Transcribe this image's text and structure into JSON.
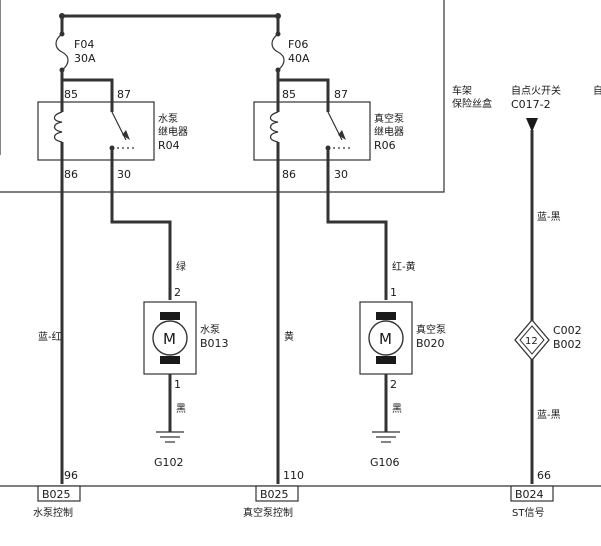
{
  "fuses": [
    {
      "id": "F04",
      "rating": "30A"
    },
    {
      "id": "F06",
      "rating": "40A"
    }
  ],
  "relays": [
    {
      "pins": [
        "85",
        "87",
        "86",
        "30"
      ],
      "name_l1": "水泵",
      "name_l2": "继电器",
      "code": "R04"
    },
    {
      "pins": [
        "85",
        "87",
        "86",
        "30"
      ],
      "name_l1": "真空泵",
      "name_l2": "继电器",
      "code": "R06"
    }
  ],
  "fuse_box_label": {
    "l1": "车架",
    "l2": "保险丝盒"
  },
  "ignition_switch": {
    "name": "自点火开关",
    "connector": "C017-2",
    "clip": "自"
  },
  "motors": [
    {
      "symbol": "M",
      "name": "水泵",
      "code": "B013",
      "pin_top": "2",
      "pin_bottom": "1",
      "wire_top": "绿",
      "wire_bottom": "黑",
      "ground": "G102"
    },
    {
      "symbol": "M",
      "name": "真空泵",
      "code": "B020",
      "pin_top": "1",
      "pin_bottom": "2",
      "wire_top": "红-黄",
      "wire_bottom": "黑",
      "ground": "G106"
    }
  ],
  "wire_colors": {
    "pump_control": "蓝-红",
    "vacuum_control": "黄",
    "st_upper": "蓝-黑",
    "st_lower": "蓝-黑"
  },
  "splice": {
    "pin": "12",
    "c1": "C002",
    "c2": "B002"
  },
  "bottom_connectors": [
    {
      "pin": "96",
      "code": "B025",
      "label": "水泵控制"
    },
    {
      "pin": "110",
      "code": "B025",
      "label": "真空泵控制"
    },
    {
      "pin": "66",
      "code": "B024",
      "label": "ST信号"
    }
  ]
}
